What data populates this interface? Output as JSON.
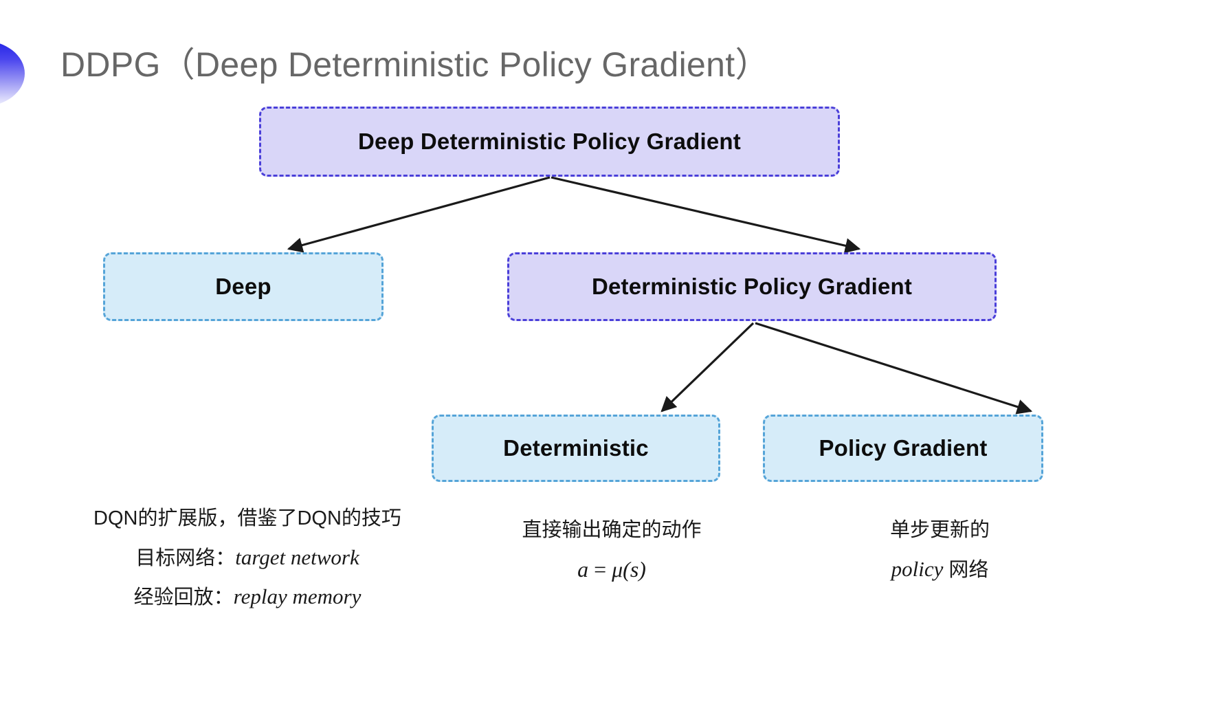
{
  "slide": {
    "title": "DDPG（Deep Deterministic Policy Gradient）",
    "background_color": "#ffffff"
  },
  "theme": {
    "purple_fill": "#d9d6f8",
    "purple_border": "#4a3fd9",
    "blue_fill": "#d6ecf9",
    "blue_border": "#55a4d8",
    "title_color": "#676767",
    "bullet_gradient_from": "#2323e6",
    "bullet_gradient_to": "#eeeefd",
    "arrow_color": "#1a1a1a"
  },
  "diagram": {
    "nodes": [
      {
        "id": "root",
        "label": "Deep Deterministic Policy Gradient",
        "style": "purple"
      },
      {
        "id": "deep",
        "label": "Deep",
        "style": "blue"
      },
      {
        "id": "dpg",
        "label": "Deterministic Policy Gradient",
        "style": "purple"
      },
      {
        "id": "deterministic",
        "label": "Deterministic",
        "style": "blue"
      },
      {
        "id": "policy_gradient",
        "label": "Policy Gradient",
        "style": "blue"
      }
    ],
    "edges": [
      {
        "from": "root",
        "to": "deep"
      },
      {
        "from": "root",
        "to": "dpg"
      },
      {
        "from": "dpg",
        "to": "deterministic"
      },
      {
        "from": "dpg",
        "to": "policy_gradient"
      }
    ]
  },
  "notes": {
    "deep": {
      "line1": "DQN的扩展版，借鉴了DQN的技巧",
      "line2_label": "目标网络：",
      "line2_term": "target network",
      "line3_label": "经验回放：",
      "line3_term": "replay memory"
    },
    "deterministic": {
      "line1": "直接输出确定的动作",
      "formula_lhs": "a",
      "formula_op": " = ",
      "formula_rhs": "μ(s)"
    },
    "policy_gradient": {
      "line1": "单步更新的",
      "line2_term": "policy",
      "line2_suffix": " 网络"
    }
  }
}
